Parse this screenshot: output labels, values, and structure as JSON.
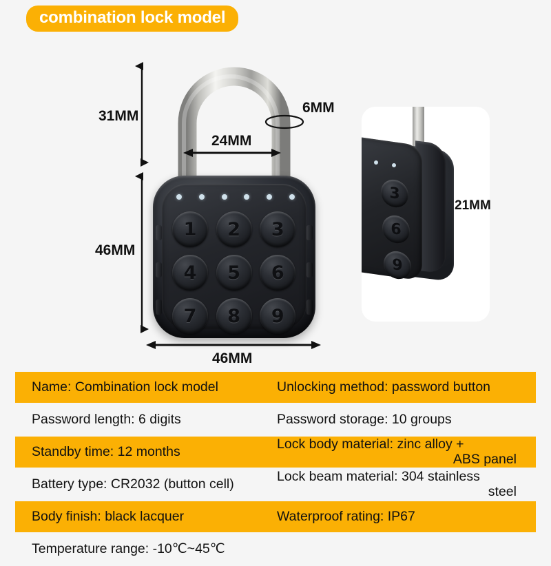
{
  "title": {
    "badge_label": "combination lock model"
  },
  "colors": {
    "accent": "#fbb004",
    "page_background": "#f5f5f5",
    "text": "#111111",
    "body_black": "#1c1e23",
    "shackle_steel": "#cfcfcc"
  },
  "diagram": {
    "dimensions": {
      "shackle_height": "31MM",
      "shackle_inner_width": "24MM",
      "shackle_diameter": "6MM",
      "body_height": "46MM",
      "body_width": "46MM",
      "body_thickness": "21MM"
    },
    "keypad": {
      "keys": [
        "1",
        "2",
        "3",
        "4",
        "5",
        "6",
        "7",
        "8",
        "9"
      ],
      "led_count": 6
    },
    "inset": {
      "visible_keys": [
        "3",
        "6",
        "9"
      ],
      "led_count": 3
    }
  },
  "specs": {
    "rows": [
      {
        "left": "Name: Combination lock model",
        "right": "Unlocking method: password button",
        "right_line2": "",
        "band": true
      },
      {
        "left": "Password length: 6 digits",
        "right": "Password storage: 10 groups",
        "right_line2": "",
        "band": false
      },
      {
        "left": "Standby time: 12 months",
        "right": "Lock body material: zinc alloy +",
        "right_line2": "ABS panel",
        "band": true
      },
      {
        "left": "Battery type: CR2032 (button cell)",
        "right": "Lock beam material: 304 stainless",
        "right_line2": "steel",
        "band": false
      },
      {
        "left": "Body finish: black lacquer",
        "right": "Waterproof rating: IP67",
        "right_line2": "",
        "band": true
      },
      {
        "left": "Temperature range: -10℃~45℃",
        "right": "",
        "right_line2": "",
        "band": false
      }
    ]
  }
}
